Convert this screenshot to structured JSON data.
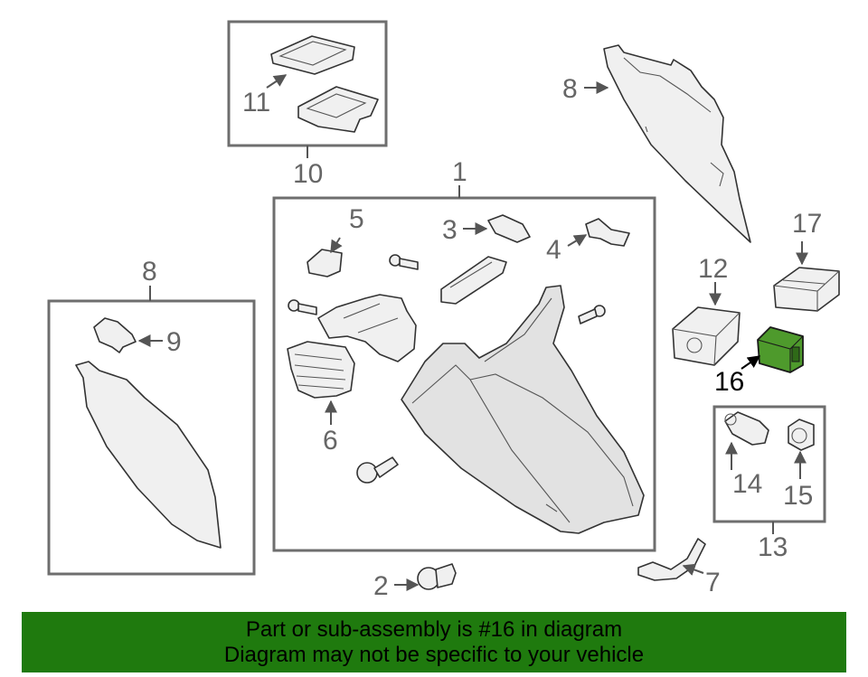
{
  "callouts": {
    "c1": "1",
    "c2": "2",
    "c3": "3",
    "c4": "4",
    "c5": "5",
    "c6": "6",
    "c7": "7",
    "c8a": "8",
    "c8b": "8",
    "c9": "9",
    "c10": "10",
    "c11": "11",
    "c12": "12",
    "c13": "13",
    "c14": "14",
    "c15": "15",
    "c16": "16",
    "c17": "17"
  },
  "highlighted_part": "16",
  "colors": {
    "highlight": "#4e9a2c",
    "banner": "#1f7a0e",
    "lines": "#6e6e6e"
  },
  "banner": {
    "line1": "Part or sub-assembly is #16 in diagram",
    "line2": "Diagram may not be specific to your vehicle"
  }
}
